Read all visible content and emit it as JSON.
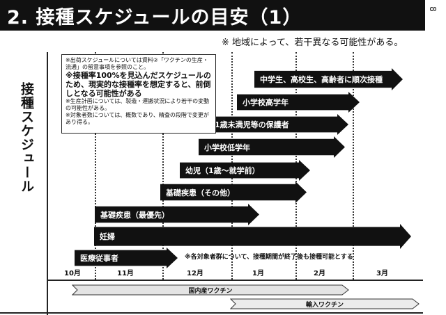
{
  "title": "2. 接種スケジュールの目安（1）",
  "page_number": "8",
  "region_note": "※ 地域によって、若干異なる可能性がある。",
  "y_axis_label": "接種スケジュール",
  "notes": {
    "line1": "※出荷スケジュールについては資料②「ワクチンの生産・流通」の留意事項を参照のこと。",
    "line2": "※接種率100%を見込んだスケジュールのため、現実的な接種率を想定すると、前倒しとなる可能性がある",
    "line3": "※生産計画については、製造・運搬状況により若干の変動の可能性がある。",
    "line4": "※対象者数については、概数であり、精査の段階で変更があり得る。"
  },
  "groups": [
    {
      "label": "中学生、高校生、高齢者に順次接種"
    },
    {
      "label": "小学校高学年"
    },
    {
      "label": "1歳未満児等の保護者"
    },
    {
      "label": "小学校低学年"
    },
    {
      "label": "幼児（1歳～就学前）"
    },
    {
      "label": "基礎疾患（その他）"
    },
    {
      "label": "基礎疾患（最優先）"
    },
    {
      "label": "妊婦"
    },
    {
      "label": "医療従事者"
    }
  ],
  "bottom_note": "※各対象者群について、接種期間が終了後も接種可能とする",
  "months": [
    "10月",
    "11月",
    "12月",
    "1月",
    "2月",
    "3月"
  ],
  "vaccines": [
    {
      "label": "国内産ワクチン"
    },
    {
      "label": "輸入ワクチン"
    }
  ]
}
